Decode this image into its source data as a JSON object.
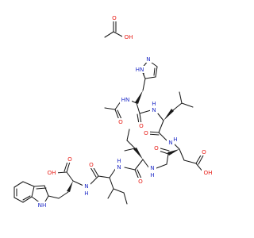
{
  "colors": {
    "bond": "#1a1a1a",
    "oxygen": "#e8201a",
    "nitrogen": "#2430c8",
    "background": "#ffffff"
  },
  "labels": {
    "acetic_acid_O1": "O",
    "acetic_acid_OH": "OH",
    "imidazole_N": "N",
    "imidazole_HN": "HN",
    "acetyl_NH": "HN",
    "acetyl_O": "O",
    "his_O": "O",
    "his_leu_NH": "N",
    "his_leu_H": "H",
    "leu_O": "O",
    "leu_asp_NH": "N",
    "leu_asp_H": "H",
    "asp_acid_O": "O",
    "asp_acid_OH": "OH",
    "asp_O": "O",
    "asp_ile_NH": "N",
    "asp_ile_H": "H",
    "ile1_O": "O",
    "ile1_ile2_NH": "N",
    "ile1_ile2_H": "H",
    "ile2_O": "O",
    "ile2_trp_NH": "N",
    "ile2_trp_H": "H",
    "trp_acid_O": "O",
    "trp_acid_OH": "OH",
    "indole_NH": "NH"
  }
}
